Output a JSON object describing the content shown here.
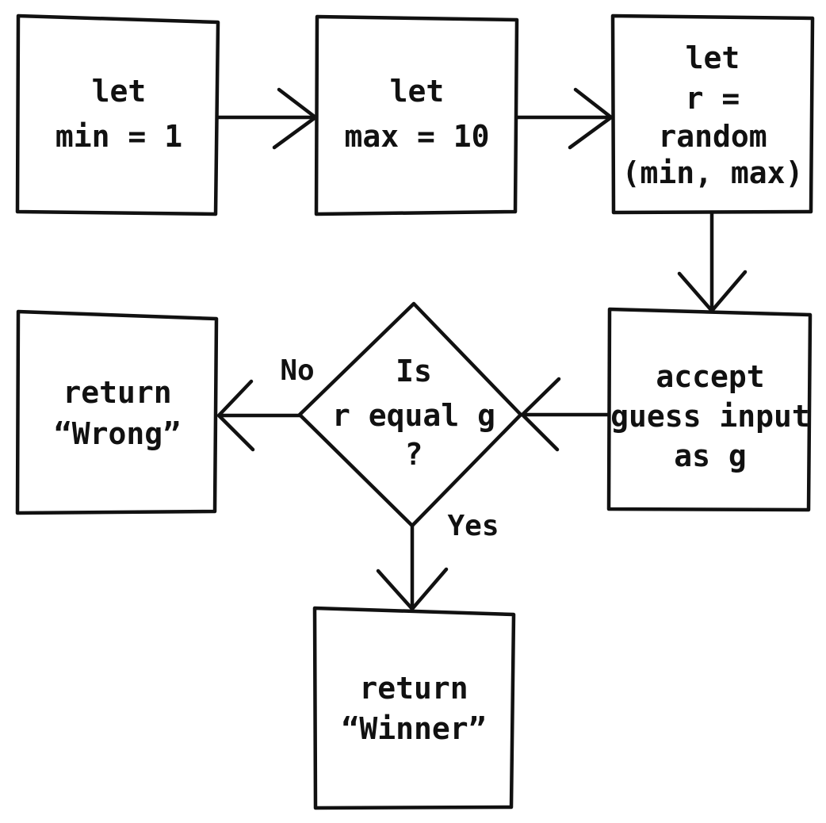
{
  "diagram": {
    "description": "Hand-drawn flowchart of a number guessing game algorithm",
    "colors": {
      "ink": "#111111",
      "paper": "#ffffff"
    },
    "nodes": {
      "let_min": {
        "type": "process",
        "lines": [
          "let",
          "min = 1"
        ]
      },
      "let_max": {
        "type": "process",
        "lines": [
          "let",
          "max = 10"
        ]
      },
      "let_random": {
        "type": "process",
        "lines": [
          "let",
          "r =",
          "random",
          "(min, max)"
        ]
      },
      "accept_guess": {
        "type": "process",
        "lines": [
          "accept",
          "guess input",
          "as g"
        ]
      },
      "decision": {
        "type": "decision",
        "lines": [
          "Is",
          "r equal g",
          "?"
        ]
      },
      "return_wrong": {
        "type": "process",
        "lines": [
          "return",
          "“Wrong”"
        ]
      },
      "return_winner": {
        "type": "process",
        "lines": [
          "return",
          "“Winner”"
        ]
      }
    },
    "edges": {
      "min_to_max": {
        "from": "let_min",
        "to": "let_max",
        "label": ""
      },
      "max_to_random": {
        "from": "let_max",
        "to": "let_random",
        "label": ""
      },
      "random_to_accept": {
        "from": "let_random",
        "to": "accept_guess",
        "label": ""
      },
      "accept_to_decision": {
        "from": "accept_guess",
        "to": "decision",
        "label": ""
      },
      "decision_to_wrong": {
        "from": "decision",
        "to": "return_wrong",
        "label": "No"
      },
      "decision_to_winner": {
        "from": "decision",
        "to": "return_winner",
        "label": "Yes"
      }
    }
  }
}
